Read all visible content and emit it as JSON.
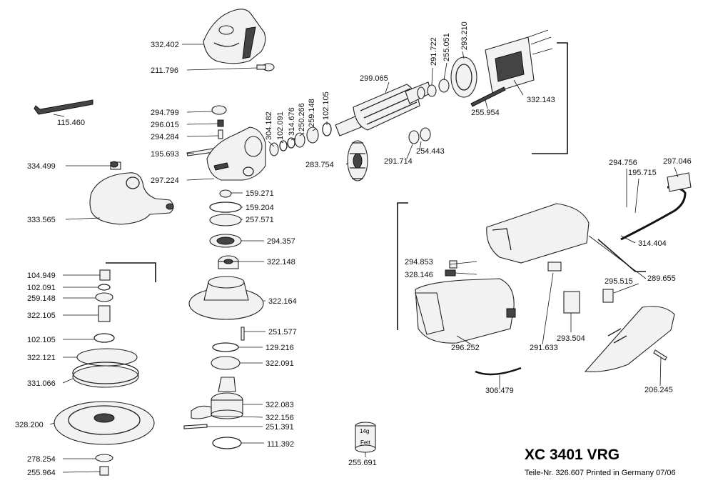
{
  "title": "XC 3401 VRG",
  "subtitle": "Teile-Nr. 326.607 Printed in Germany 07/06",
  "grease_can": {
    "weight": "14g",
    "label": "Fett"
  },
  "parts": {
    "p332402": "332.402",
    "p211796": "211.796",
    "p115460": "115.460",
    "p294799": "294.799",
    "p296015": "296.015",
    "p294284": "294.284",
    "p195693": "195.693",
    "p297224": "297.224",
    "p334499": "334.499",
    "p333565": "333.565",
    "p304182": "304.182",
    "p102091a": "102.091",
    "p314676": "314.676",
    "p250266": "250.266",
    "p259148a": "259.148",
    "p102105a": "102.105",
    "p299065": "299.065",
    "p291722": "291.722",
    "p255051": "255.051",
    "p293210": "293.210",
    "p332143": "332.143",
    "p255954": "255.954",
    "p254443": "254.443",
    "p291714": "291.714",
    "p283754": "283.754",
    "p159271": "159.271",
    "p159204": "159.204",
    "p257571": "257.571",
    "p294357": "294.357",
    "p322148": "322.148",
    "p322164": "322.164",
    "p251577": "251.577",
    "p129216": "129.216",
    "p322091": "322.091",
    "p322083": "322.083",
    "p322156": "322.156",
    "p251391": "251.391",
    "p111392": "111.392",
    "p104949": "104.949",
    "p102091b": "102.091",
    "p259148b": "259.148",
    "p322105": "322.105",
    "p102105b": "102.105",
    "p322121": "322.121",
    "p331066": "331.066",
    "p328200": "328.200",
    "p278254": "278.254",
    "p255964": "255.964",
    "p255691": "255.691",
    "p294756": "294.756",
    "p195715": "195.715",
    "p297046": "297.046",
    "p314404": "314.404",
    "p294853": "294.853",
    "p328146": "328.146",
    "p289655": "289.655",
    "p295515": "295.515",
    "p296252": "296.252",
    "p291633": "291.633",
    "p293504": "293.504",
    "p206245": "206.245",
    "p306479": "306.479"
  }
}
